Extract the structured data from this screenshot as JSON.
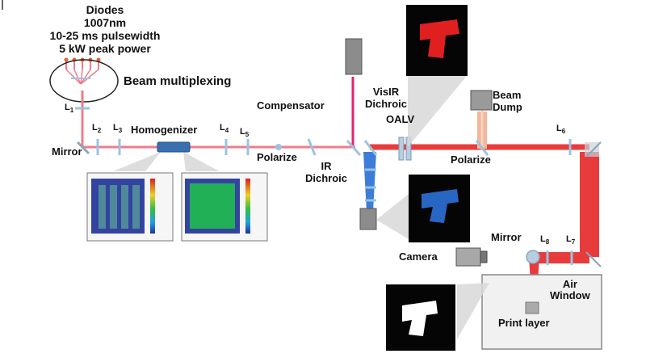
{
  "diodes": {
    "line1": "Diodes",
    "line2": "1007nm",
    "line3": "10-25 ms pulsewidth",
    "line4": "5 kW peak power"
  },
  "labels": {
    "beam_multiplexing": "Beam multiplexing",
    "mirror_left": "Mirror",
    "homogenizer": "Homogenizer",
    "compensator": "Compensator",
    "polarize_left": "Polarize",
    "ir_dichroic_line1": "IR",
    "ir_dichroic_line2": "Dichroic",
    "visir_line1": "VisIR",
    "visir_line2": "Dichroic",
    "oalv": "OALV",
    "beam_dump_line1": "Beam",
    "beam_dump_line2": "Dump",
    "polarize_right": "Polarize",
    "mirror_right": "Mirror",
    "camera": "Camera",
    "air_window_line1": "Air",
    "air_window_line2": "Window",
    "print_layer": "Print layer"
  },
  "lenses": [
    {
      "name": "l1",
      "letter": "L",
      "sub": "1"
    },
    {
      "name": "l2",
      "letter": "L",
      "sub": "2"
    },
    {
      "name": "l3",
      "letter": "L",
      "sub": "3"
    },
    {
      "name": "l4",
      "letter": "L",
      "sub": "4"
    },
    {
      "name": "l5",
      "letter": "L",
      "sub": "5"
    },
    {
      "name": "l6",
      "letter": "L",
      "sub": "6"
    },
    {
      "name": "l7",
      "letter": "L",
      "sub": "7"
    },
    {
      "name": "l8",
      "letter": "L",
      "sub": "8"
    }
  ],
  "colors": {
    "ir_beam": "#f07c8a",
    "ir_beam_dark": "#e8405a",
    "print_beam": "#e83c3c",
    "print_beam_light": "#f08a80",
    "camera_beam": "#3b7dd8",
    "visible_beam": "#e8206e",
    "dump_beam": "#f2b89a",
    "optic_blue": "#9bc3e0"
  }
}
